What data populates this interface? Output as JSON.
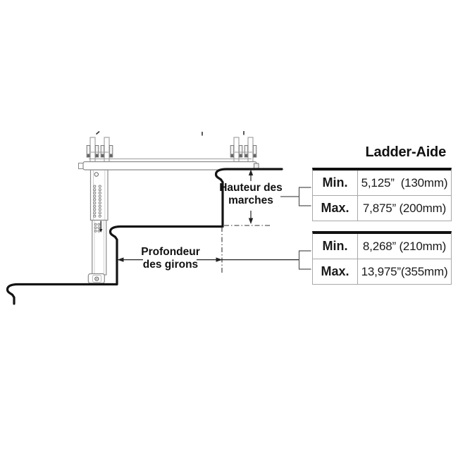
{
  "title": "Ladder-Aide",
  "diagram": {
    "step_height_label": {
      "line1": "Hauteur des",
      "line2": "marches"
    },
    "tread_depth_label": {
      "line1": "Profondeur",
      "line2": "des girons"
    }
  },
  "spec_tables": [
    {
      "rows": [
        {
          "label": "Min.",
          "value": "5,125”  (130mm)"
        },
        {
          "label": "Max.",
          "value": "7,875” (200mm)"
        }
      ]
    },
    {
      "rows": [
        {
          "label": "Min.",
          "value": "8,268” (210mm)"
        },
        {
          "label": "Max.",
          "value": "13,975”(355mm)"
        }
      ]
    }
  ],
  "colors": {
    "background": "#ffffff",
    "stair_line": "#141414",
    "device_outline": "#8a8a8a",
    "table_border_heavy": "#111111",
    "table_border_light": "#a8a8a8",
    "text": "#1a1a1a"
  }
}
